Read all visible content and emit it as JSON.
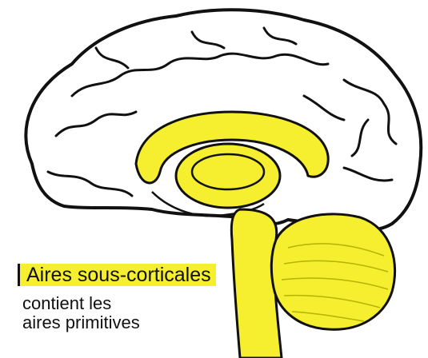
{
  "annotation": {
    "title": "Aires sous-corticales",
    "line1": "contient les",
    "line2": "aires primitives"
  },
  "colors": {
    "highlight": "#f5ef2f",
    "cortex": "#ffffff",
    "outline": "#111111",
    "label_bg": "#f5ef2f"
  },
  "regions": [
    {
      "name": "cortex",
      "highlighted": false
    },
    {
      "name": "corps-calleux",
      "highlighted": true
    },
    {
      "name": "thalamus",
      "highlighted": true
    },
    {
      "name": "tronc-cerebral",
      "highlighted": true
    },
    {
      "name": "cervelet",
      "highlighted": true
    }
  ]
}
